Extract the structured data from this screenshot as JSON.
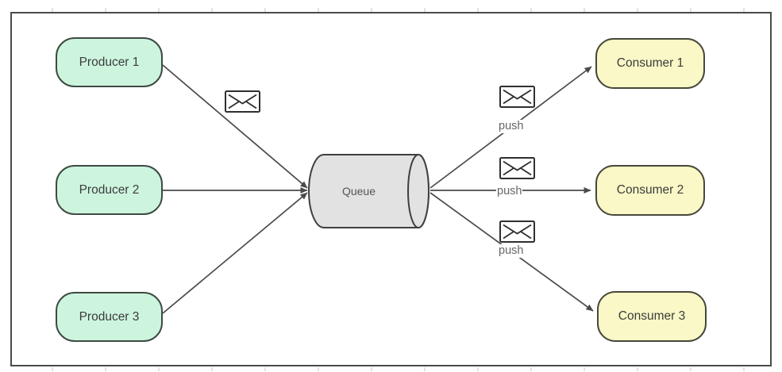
{
  "diagram": {
    "nodes": {
      "producers": [
        "Producer 1",
        "Producer 2",
        "Producer 3"
      ],
      "queue": "Queue",
      "consumers": [
        "Consumer 1",
        "Consumer 2",
        "Consumer 3"
      ]
    },
    "edges": {
      "push_labels": [
        "push",
        "push",
        "push"
      ]
    },
    "icons": {
      "message_icon": "envelope"
    },
    "colors": {
      "producer_fill": "#cdf5de",
      "producer_border": "#3d4a42",
      "consumer_fill": "#f9f8c6",
      "consumer_border": "#47473a",
      "queue_fill": "#e2e2e2",
      "queue_border": "#3f3f3f",
      "line": "#4a4a4a",
      "frame_border": "#4a4a4a",
      "push_text": "#666666",
      "node_text": "#3c3c3c",
      "queue_text": "#555555"
    }
  }
}
